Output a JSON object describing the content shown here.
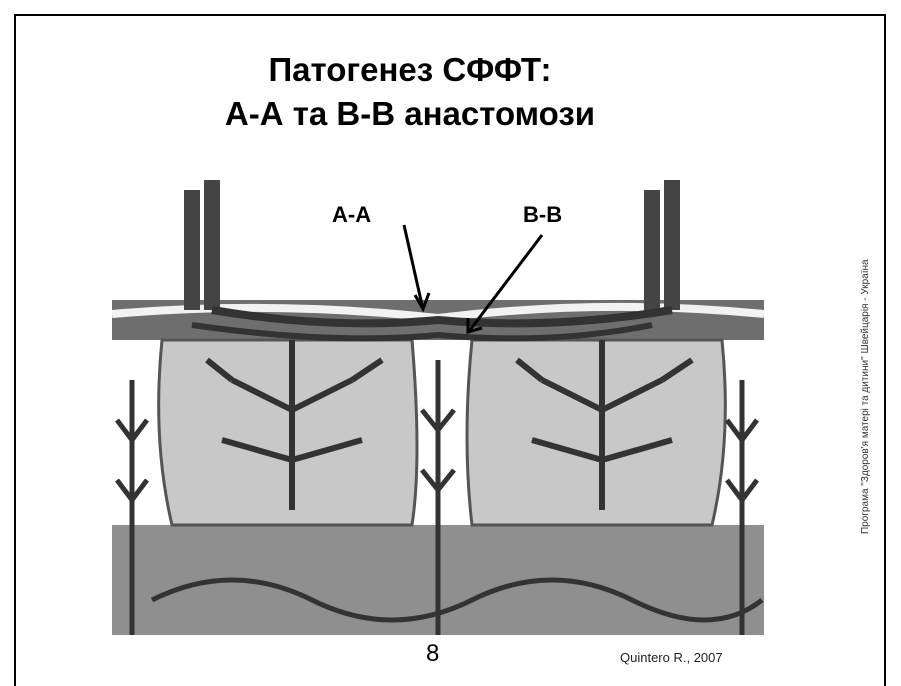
{
  "slide": {
    "title_line1": "Патогенез СФФТ:",
    "title_line2": "А-А та В-В анастомози",
    "labels": {
      "aa": "А-А",
      "bb": "В-В"
    },
    "page_number": "8",
    "source": "Quintero R., 2007",
    "side_note": "Програма \"Здоров'я матері та дитини\" Швейцарія - Україна"
  },
  "colors": {
    "vessel": "#333333",
    "tissue_light": "#c8c8c8",
    "tissue_mid": "#8f8f8f",
    "background": "#ffffff"
  }
}
